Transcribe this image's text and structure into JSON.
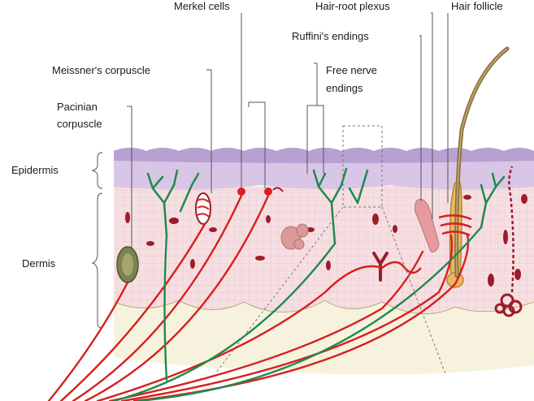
{
  "labels": {
    "merkel_cells": "Merkel cells",
    "hair_root_plexus": "Hair-root plexus",
    "hair_follicle": "Hair follicle",
    "ruffini_endings": "Ruffini's endings",
    "meissner_corpuscle": "Meissner's corpuscle",
    "free_nerve_endings_line1": "Free nerve",
    "free_nerve_endings_line2": "endings",
    "pacinian_line1": "Pacinian",
    "pacinian_line2": "corpuscle",
    "epidermis": "Epidermis",
    "dermis": "Dermis"
  },
  "colors": {
    "epidermis_top": "#b9a3d3",
    "epidermis": "#d9c6e6",
    "dermis": "#f6dfe2",
    "dermis_grid": "#e8c4c8",
    "subcutis": "#f6f1dc",
    "sensory_nerve": "#d81e1e",
    "autonomic_nerve": "#1f8a4c",
    "hair_shaft": "#8a7240",
    "leader_line": "#555555"
  }
}
